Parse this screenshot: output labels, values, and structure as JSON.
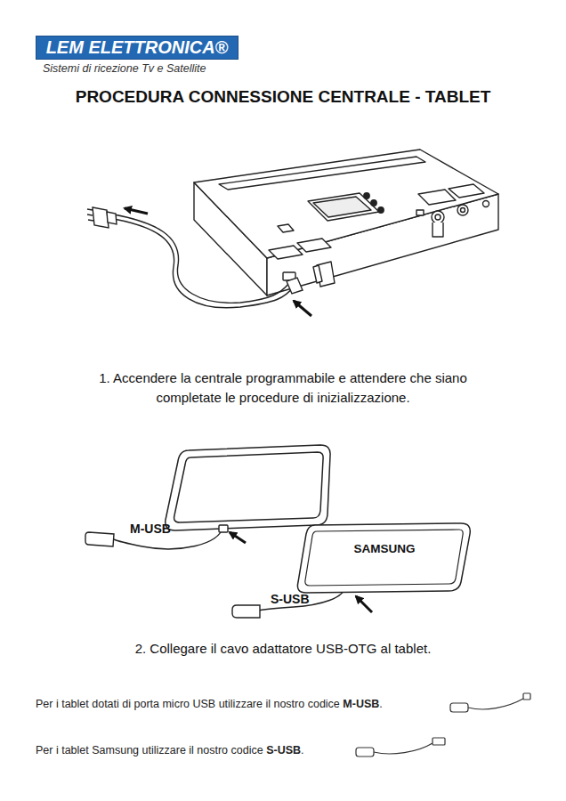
{
  "diagram": {
    "title": "PROCEDURA CONNESSIONE CENTRALE - TABLET",
    "nodes": [
      {
        "text": [
          "LEM ELETTRONICA®"
        ]
      },
      {
        "text": [
          "SAMSUNG"
        ]
      }
    ],
    "labels": [
      "Sistemi di ricezione Tv e Satellite",
      "1. Accendere la centrale programmabile e attendere che siano completate le procedure di inizializzazione.",
      "M-USB",
      "S-USB",
      "2. Collegare il cavo adattatore USB-OTG al tablet.",
      "Per i tablet dotati di porta micro USB utilizzare il nostro codice",
      "M-USB",
      ".",
      "Per i tablet Samsung utilizzare il nostro codice",
      "S-USB",
      "."
    ]
  }
}
